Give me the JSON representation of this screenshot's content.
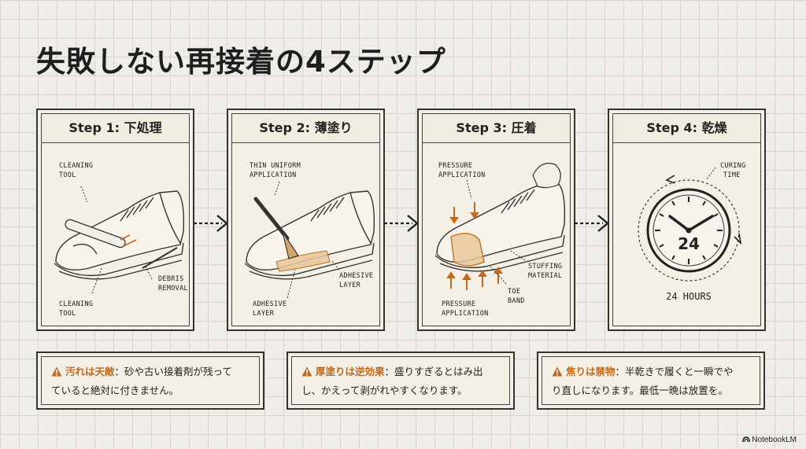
{
  "title": "失敗しない再接着の4ステップ",
  "steps": [
    {
      "heading": "Step 1: 下処理",
      "labels": {
        "cleaning_tool_top_1": "CLEANING",
        "cleaning_tool_top_2": "TOOL",
        "debris_1": "DEBRIS",
        "debris_2": "REMOVAL",
        "cleaning_tool_bottom_1": "CLEANING",
        "cleaning_tool_bottom_2": "TOOL"
      }
    },
    {
      "heading": "Step 2: 薄塗り",
      "labels": {
        "thin_1": "THIN UNIFORM",
        "thin_2": "APPLICATION",
        "adhesive_right_1": "ADHESIVE",
        "adhesive_right_2": "LAYER",
        "adhesive_left_1": "ADHESIVE",
        "adhesive_left_2": "LAYER"
      }
    },
    {
      "heading": "Step 3: 圧着",
      "labels": {
        "pressure_top_1": "PRESSURE",
        "pressure_top_2": "APPLICATION",
        "stuffing_1": "STUFFING",
        "stuffing_2": "MATERIAL",
        "toe_1": "TOE",
        "toe_2": "BAND",
        "pressure_bottom_1": "PRESSURE",
        "pressure_bottom_2": "APPLICATION"
      }
    },
    {
      "heading": "Step 4: 乾燥",
      "labels": {
        "curing_1": "CURING",
        "curing_2": "TIME",
        "clock_number": "24",
        "hours": "24 HOURS"
      }
    }
  ],
  "warnings": [
    {
      "head": "汚れは天敵",
      "line1": "：砂や古い接着剤が残って",
      "line2": "ていると絶対に付きません。"
    },
    {
      "head": "厚塗りは逆効果",
      "line1": "：盛りすぎるとはみ出",
      "line2": "し、かえって剥がれやすくなります。"
    },
    {
      "head": "焦りは禁物",
      "line1": "：半乾きで履くと一瞬でや",
      "line2": "り直しになります。最低一晩は放置を。"
    }
  ],
  "brand": "NotebookLM",
  "colors": {
    "accent": "#c4691c",
    "ink": "#222222",
    "paper": "#f4f0e6"
  },
  "icons": {
    "warning": "warning-triangle-icon",
    "arrow": "right-arrow-icon",
    "clock": "clock-icon"
  }
}
